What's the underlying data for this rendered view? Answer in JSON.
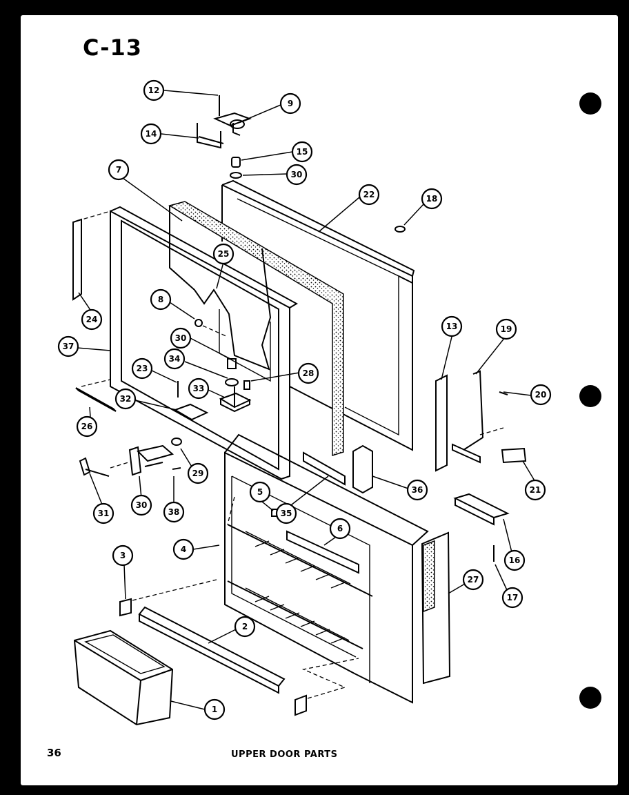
{
  "header": {
    "title": "C-13"
  },
  "footer": {
    "page_number": "36",
    "caption": "UPPER DOOR PARTS"
  },
  "callouts": [
    "12",
    "9",
    "14",
    "15",
    "30",
    "7",
    "22",
    "18",
    "25",
    "8",
    "24",
    "37",
    "30",
    "34",
    "23",
    "33",
    "28",
    "13",
    "19",
    "20",
    "26",
    "32",
    "29",
    "21",
    "31",
    "30",
    "38",
    "5",
    "35",
    "36",
    "6",
    "4",
    "16",
    "3",
    "17",
    "27",
    "2",
    "1"
  ]
}
